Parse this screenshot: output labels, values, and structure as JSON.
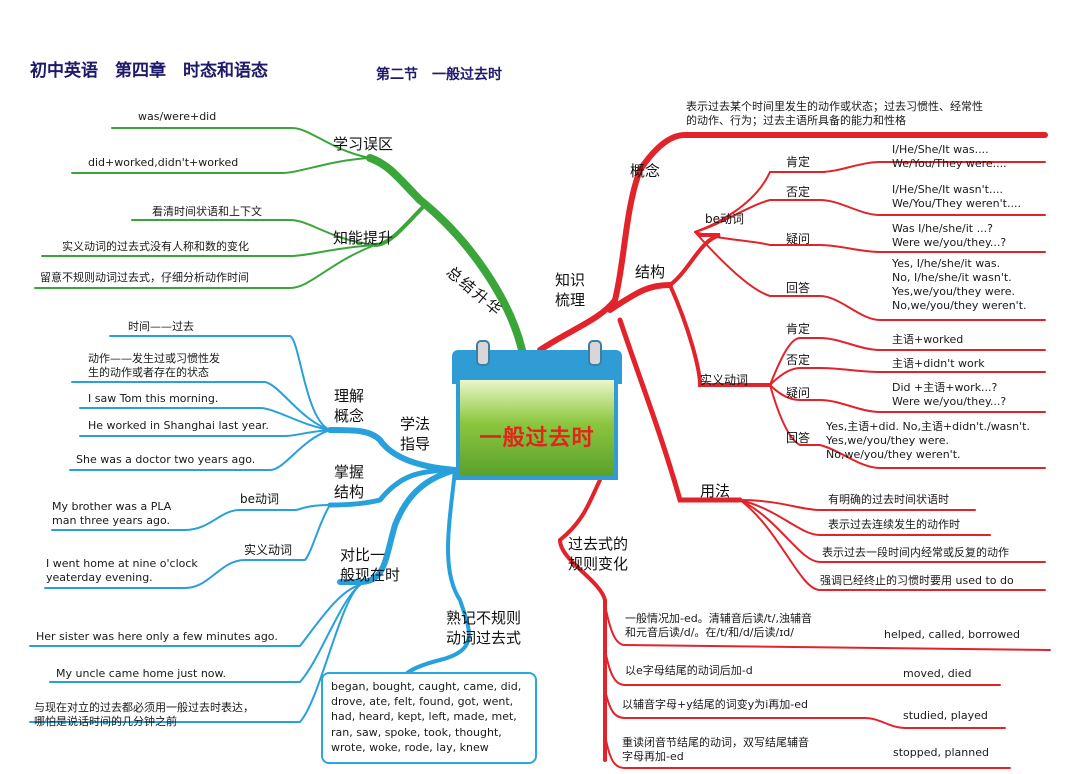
{
  "title": {
    "main": "初中英语　第四章　时态和语态",
    "section": "第二节　一般过去时"
  },
  "center": {
    "label": "一般过去时"
  },
  "colors": {
    "green": "#3aa63a",
    "blue": "#27a0dc",
    "red": "#e2232a"
  },
  "green": {
    "branch": "总结升华",
    "g1": {
      "label": "学习误区",
      "items": [
        "was/were+did",
        "did+worked,didn't+worked"
      ]
    },
    "g2": {
      "label": "知能提升",
      "items": [
        "看清时间状语和上下文",
        "实义动词的过去式没有人称和数的变化",
        "留意不规则动词过去式，仔细分析动作时间"
      ]
    }
  },
  "blue": {
    "branch": "学法\n指导",
    "b1": {
      "label": "理解\n概念",
      "items": [
        "时间——过去",
        "动作——发生过或习惯性发\n生的动作或者存在的状态",
        "I saw Tom this morning.",
        "He worked in Shanghai last year.",
        "She was a doctor two years ago."
      ]
    },
    "b2": {
      "label": "掌握\n结构",
      "be": {
        "label": "be动词",
        "item": "My brother was a PLA\nman three years ago."
      },
      "verb": {
        "label": "实义动词",
        "item": "I went home at nine o'clock\nyeaterday evening."
      }
    },
    "b3": {
      "label": "对比一\n般现在时",
      "items": [
        "Her sister was here only a few minutes ago.",
        "My uncle came home just now.",
        "与现在对立的过去都必须用一般过去时表达，\n哪怕是说话时间的几分钟之前"
      ]
    },
    "b4": {
      "label": "熟记不规则\n动词过去式",
      "box": "began, bought, caught, came, did,\ndrove, ate, felt, found, got, went,\nhad, heard, kept, left, made, met,\nran, saw, spoke, took, thought,\nwrote, woke, rode, lay, knew"
    }
  },
  "red": {
    "branch": "知识\n梳理",
    "concept": {
      "label": "概念",
      "text": "表示过去某个时间里发生的动作或状态；过去习惯性、经常性\n的动作、行为；过去主语所具备的能力和性格"
    },
    "structure": {
      "label": "结构",
      "be": {
        "label": "be动词",
        "rows": [
          {
            "label": "肯定",
            "text": "I/He/She/It was....\nWe/You/They were...."
          },
          {
            "label": "否定",
            "text": "I/He/She/It wasn't....\nWe/You/They weren't...."
          },
          {
            "label": "疑问",
            "text": "Was I/he/she/it ...?\nWere we/you/they...?"
          },
          {
            "label": "回答",
            "text": "Yes, I/he/she/it was.\nNo, I/he/she/it wasn't.\nYes,we/you/they were.\nNo,we/you/they weren't."
          }
        ]
      },
      "verb": {
        "label": "实义动词",
        "rows": [
          {
            "label": "肯定",
            "text": "主语+worked"
          },
          {
            "label": "否定",
            "text": "主语+didn't work"
          },
          {
            "label": "疑问",
            "text": "Did +主语+work...?\nWere we/you/they...?"
          },
          {
            "label": "回答",
            "text": "Yes,主语+did. No,主语+didn't./wasn't.\nYes,we/you/they were.\nNo,we/you/they weren't."
          }
        ]
      }
    },
    "usage": {
      "label": "用法",
      "items": [
        "有明确的过去时间状语时",
        "表示过去连续发生的动作时",
        "表示过去一段时间内经常或反复的动作",
        "强调已经终止的习惯时要用 used to do"
      ]
    },
    "regular": {
      "label": "过去式的\n规则变化",
      "rows": [
        {
          "rule": "一般情况加-ed。清辅音后读/t/,浊辅音\n和元音后读/d/。在/t/和/d/后读/ɪd/",
          "example": "helped, called, borrowed"
        },
        {
          "rule": "以e字母结尾的动词后加-d",
          "example": "moved, died"
        },
        {
          "rule": "以辅音字母+y结尾的词变y为i再加-ed",
          "example": "studied, played"
        },
        {
          "rule": "重读闭音节结尾的动词，双写结尾辅音\n字母再加-ed",
          "example": "stopped, planned"
        }
      ]
    }
  }
}
